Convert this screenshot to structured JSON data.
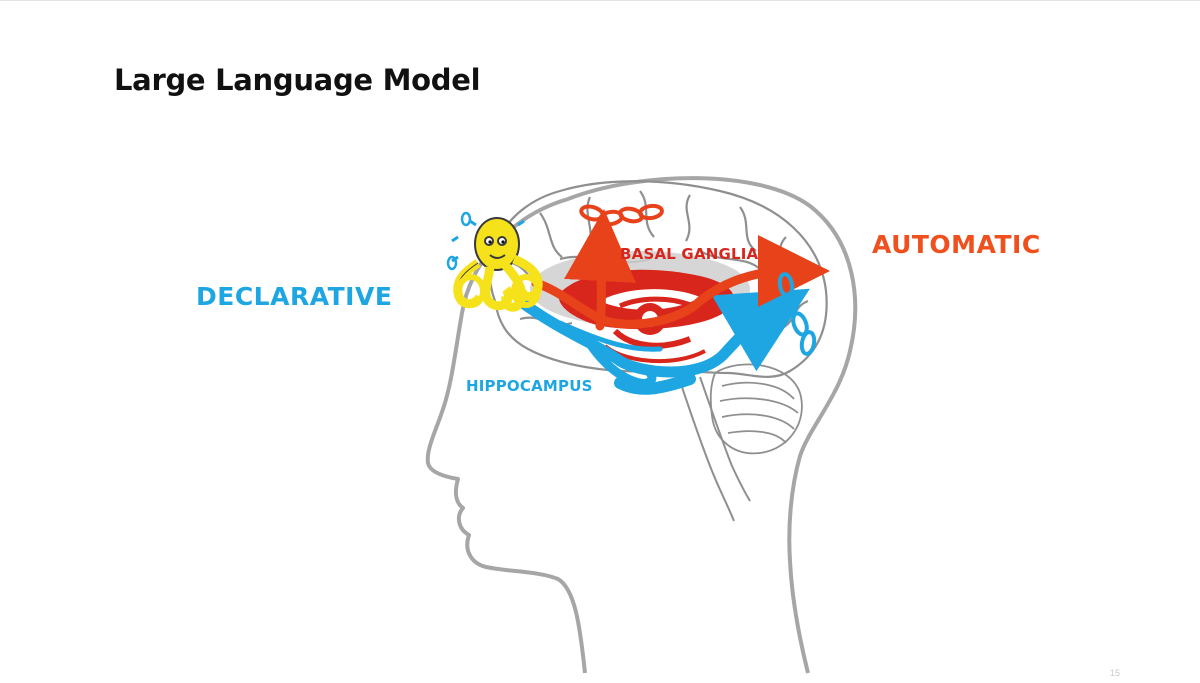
{
  "slide": {
    "title": "Large Language Model",
    "labels": {
      "declarative": "DECLARATIVE",
      "automatic": "AUTOMATIC",
      "basal_ganglia": "BASAL GANGLIA",
      "hippocampus": "HIPPOCAMPUS"
    },
    "page_number": "15"
  },
  "colors": {
    "declarative": "#1ea6e3",
    "automatic": "#f0501e",
    "basal_ganglia": "#d9261c",
    "octopus": "#f5e21b",
    "outline": "#9a9a9a"
  },
  "icons": [
    "head-outline",
    "brain-illustration",
    "octopus-icon",
    "chain-icon",
    "red-arrow",
    "blue-arrow"
  ]
}
